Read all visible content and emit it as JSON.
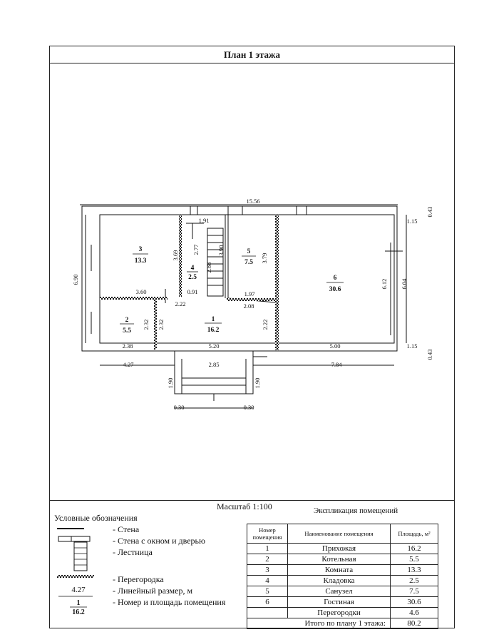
{
  "title": "План 1 этажа",
  "scale": "Масштаб 1:100",
  "explication_title": "Экспликация помещений",
  "legend": {
    "title": "Условные обозначения",
    "items": [
      "- Стена",
      "- Стена с окном и дверью",
      "- Лестница",
      "- Перегородка",
      "- Линейный размер, м",
      "- Номер и площадь помещения"
    ],
    "dim_example": "4.27",
    "room_example_number": "1",
    "room_example_area": "16.2"
  },
  "table": {
    "headers": [
      "Номер помещения",
      "Наименование помещения",
      "Площадь, м²"
    ],
    "rows": [
      {
        "num": "1",
        "name": "Прихожая",
        "area": "16.2"
      },
      {
        "num": "2",
        "name": "Котельная",
        "area": "5.5"
      },
      {
        "num": "3",
        "name": "Комната",
        "area": "13.3"
      },
      {
        "num": "4",
        "name": "Кладовка",
        "area": "2.5"
      },
      {
        "num": "5",
        "name": "Санузел",
        "area": "7.5"
      },
      {
        "num": "6",
        "name": "Гостиная",
        "area": "30.6"
      },
      {
        "num": "",
        "name": "Перегородки",
        "area": "4.6"
      }
    ],
    "total_label": "Итого по плану 1 этажа:",
    "total_value": "80.2"
  },
  "rooms": [
    {
      "num": "3",
      "area": "13.3"
    },
    {
      "num": "4",
      "area": "2.5"
    },
    {
      "num": "5",
      "area": "7.5"
    },
    {
      "num": "6",
      "area": "30.6"
    },
    {
      "num": "2",
      "area": "5.5"
    },
    {
      "num": "1",
      "area": "16.2"
    }
  ],
  "dimensions": [
    "15.56",
    "0.43",
    "1.15",
    "6.90",
    "1.91",
    "3.69",
    "2.77",
    "2.88",
    "3.90",
    "3.79",
    "6.12",
    "6.04",
    "3.60",
    "0.91",
    "2.22",
    "1.97",
    "2.08",
    "2.22",
    "2.32",
    "2.32",
    "2.38",
    "5.20",
    "5.00",
    "1.15",
    "0.43",
    "4.27",
    "2.85",
    "7.84",
    "1.90",
    "1.90",
    "0.30",
    "0.30"
  ]
}
